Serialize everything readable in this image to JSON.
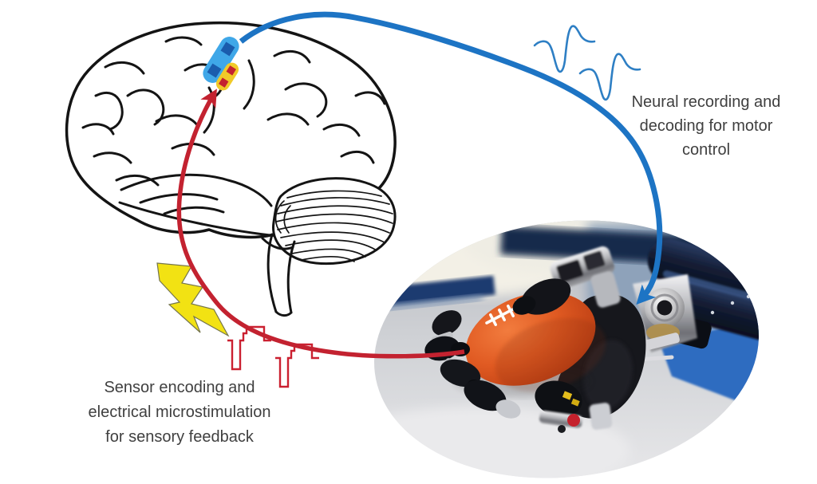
{
  "figure": {
    "labels": {
      "motor": {
        "lines": [
          "Neural recording and",
          "decoding for motor",
          "control"
        ]
      },
      "sensory": {
        "lines": [
          "Sensor encoding and",
          "electrical microstimulation",
          "for sensory feedback"
        ]
      }
    },
    "colors": {
      "arrow_blue": "#1d74c4",
      "spike_blue": "#2e7fc4",
      "arrow_red": "#c32230",
      "pulse_red": "#cb2030",
      "bolt_yellow": "#f2e213",
      "patch_blue": "#3fa7e8",
      "contact_blue": "#1a5cad",
      "patch_yellow": "#f1ca28",
      "contact_red": "#c42230",
      "label_text": "#3f3f3f",
      "brain_line": "#141414",
      "football_orange": "#d54e1e",
      "photo_wedge_blue": "#2d6cc0"
    }
  }
}
